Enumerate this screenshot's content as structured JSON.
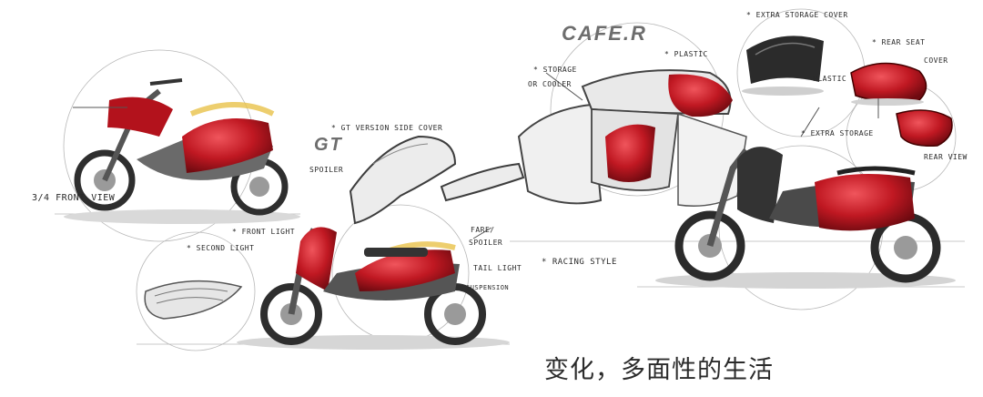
{
  "annotations": {
    "brand_cafe": "CAFE.R",
    "brand_gt": "GT",
    "plastic_1": "* PLASTIC",
    "extra_storage_cover": "* EXTRA STORAGE COVER",
    "rear_seat_cover_1": "* REAR SEAT",
    "rear_seat_cover_2": "COVER",
    "plastic_2": "PLASTIC",
    "storage_cooler_1": "* STORAGE",
    "storage_cooler_2": "OR COOLER",
    "extra_storage": "* EXTRA STORAGE",
    "rear_view": "REAR VIEW",
    "gt_side_cover": "* GT VERSION SIDE COVER",
    "spoiler_1": "SPOILER",
    "front_view": "3/4 FRONT VIEW",
    "front_light": "* FRONT LIGHT",
    "second_light": "* SECOND LIGHT",
    "fare_spoiler_1": "FARE/",
    "fare_spoiler_2": "SPOILER",
    "tail_light": "TAIL LIGHT",
    "suspension": "SUSPENSION",
    "racing_style": "* RACING STYLE"
  },
  "caption": "变化，多面性的生活",
  "colors": {
    "body_red": "#b3121c",
    "highlight_red": "#e2323a",
    "dark_grey": "#3a3a3a",
    "pencil": "#8a8a8a",
    "marker_yellow": "#e8c24a"
  }
}
